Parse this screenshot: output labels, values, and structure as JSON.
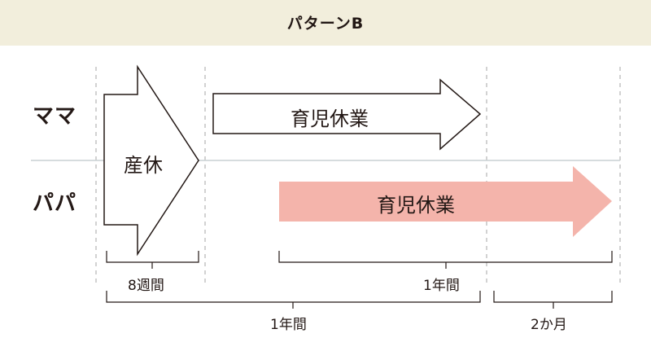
{
  "header": {
    "title": "パターンB"
  },
  "rows": {
    "mama": {
      "label": "ママ"
    },
    "papa": {
      "label": "パパ"
    }
  },
  "arrows": {
    "maternity_leave": {
      "label": "産休"
    },
    "mama_childcare_leave": {
      "label": "育児休業"
    },
    "papa_childcare_leave": {
      "label": "育児休業"
    }
  },
  "brackets": {
    "eight_weeks": {
      "label": "8週間"
    },
    "papa_one_year": {
      "label": "1年間"
    },
    "mama_one_year": {
      "label": "1年間"
    },
    "two_months": {
      "label": "2か月"
    }
  },
  "colors": {
    "header_bg": "#f2eedc",
    "papa_arrow": "#f4b4ab",
    "line": "#231815",
    "guide": "#b5b5b5",
    "divider": "#c9d1d3"
  }
}
